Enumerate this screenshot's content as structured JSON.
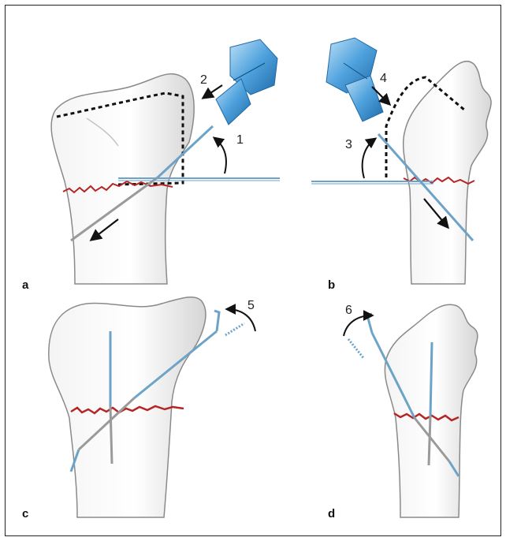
{
  "figure": {
    "panels": [
      {
        "id": "a",
        "label": "a"
      },
      {
        "id": "b",
        "label": "b"
      },
      {
        "id": "c",
        "label": "c"
      },
      {
        "id": "d",
        "label": "d"
      }
    ],
    "steps": [
      "1",
      "2",
      "3",
      "4",
      "5",
      "6"
    ]
  },
  "colors": {
    "bone_fill": "#ececec",
    "bone_stroke": "#8a8a8a",
    "fracture": "#b52525",
    "wire": "#6ea3c8",
    "wire_inside": "#9a9a9a",
    "drill": "#3c8fd0",
    "arrow": "#111111"
  }
}
